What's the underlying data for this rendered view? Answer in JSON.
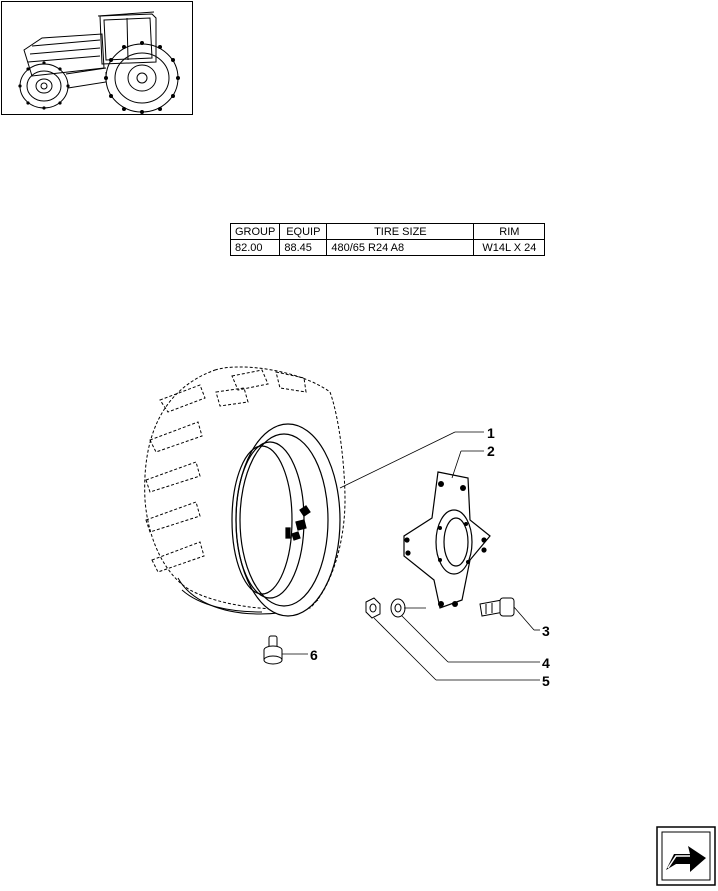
{
  "spec_table": {
    "headers": [
      "GROUP",
      "EQUIP",
      "TIRE SIZE",
      "RIM"
    ],
    "row": [
      "82.00",
      "88.45",
      "480/65 R24 A8",
      "W14L X 24"
    ]
  },
  "callouts": [
    "1",
    "2",
    "3",
    "4",
    "5",
    "6"
  ],
  "icons": {
    "thumbnail": "tractor-thumbnail-icon",
    "next_page": "next-page-arrow-icon"
  }
}
